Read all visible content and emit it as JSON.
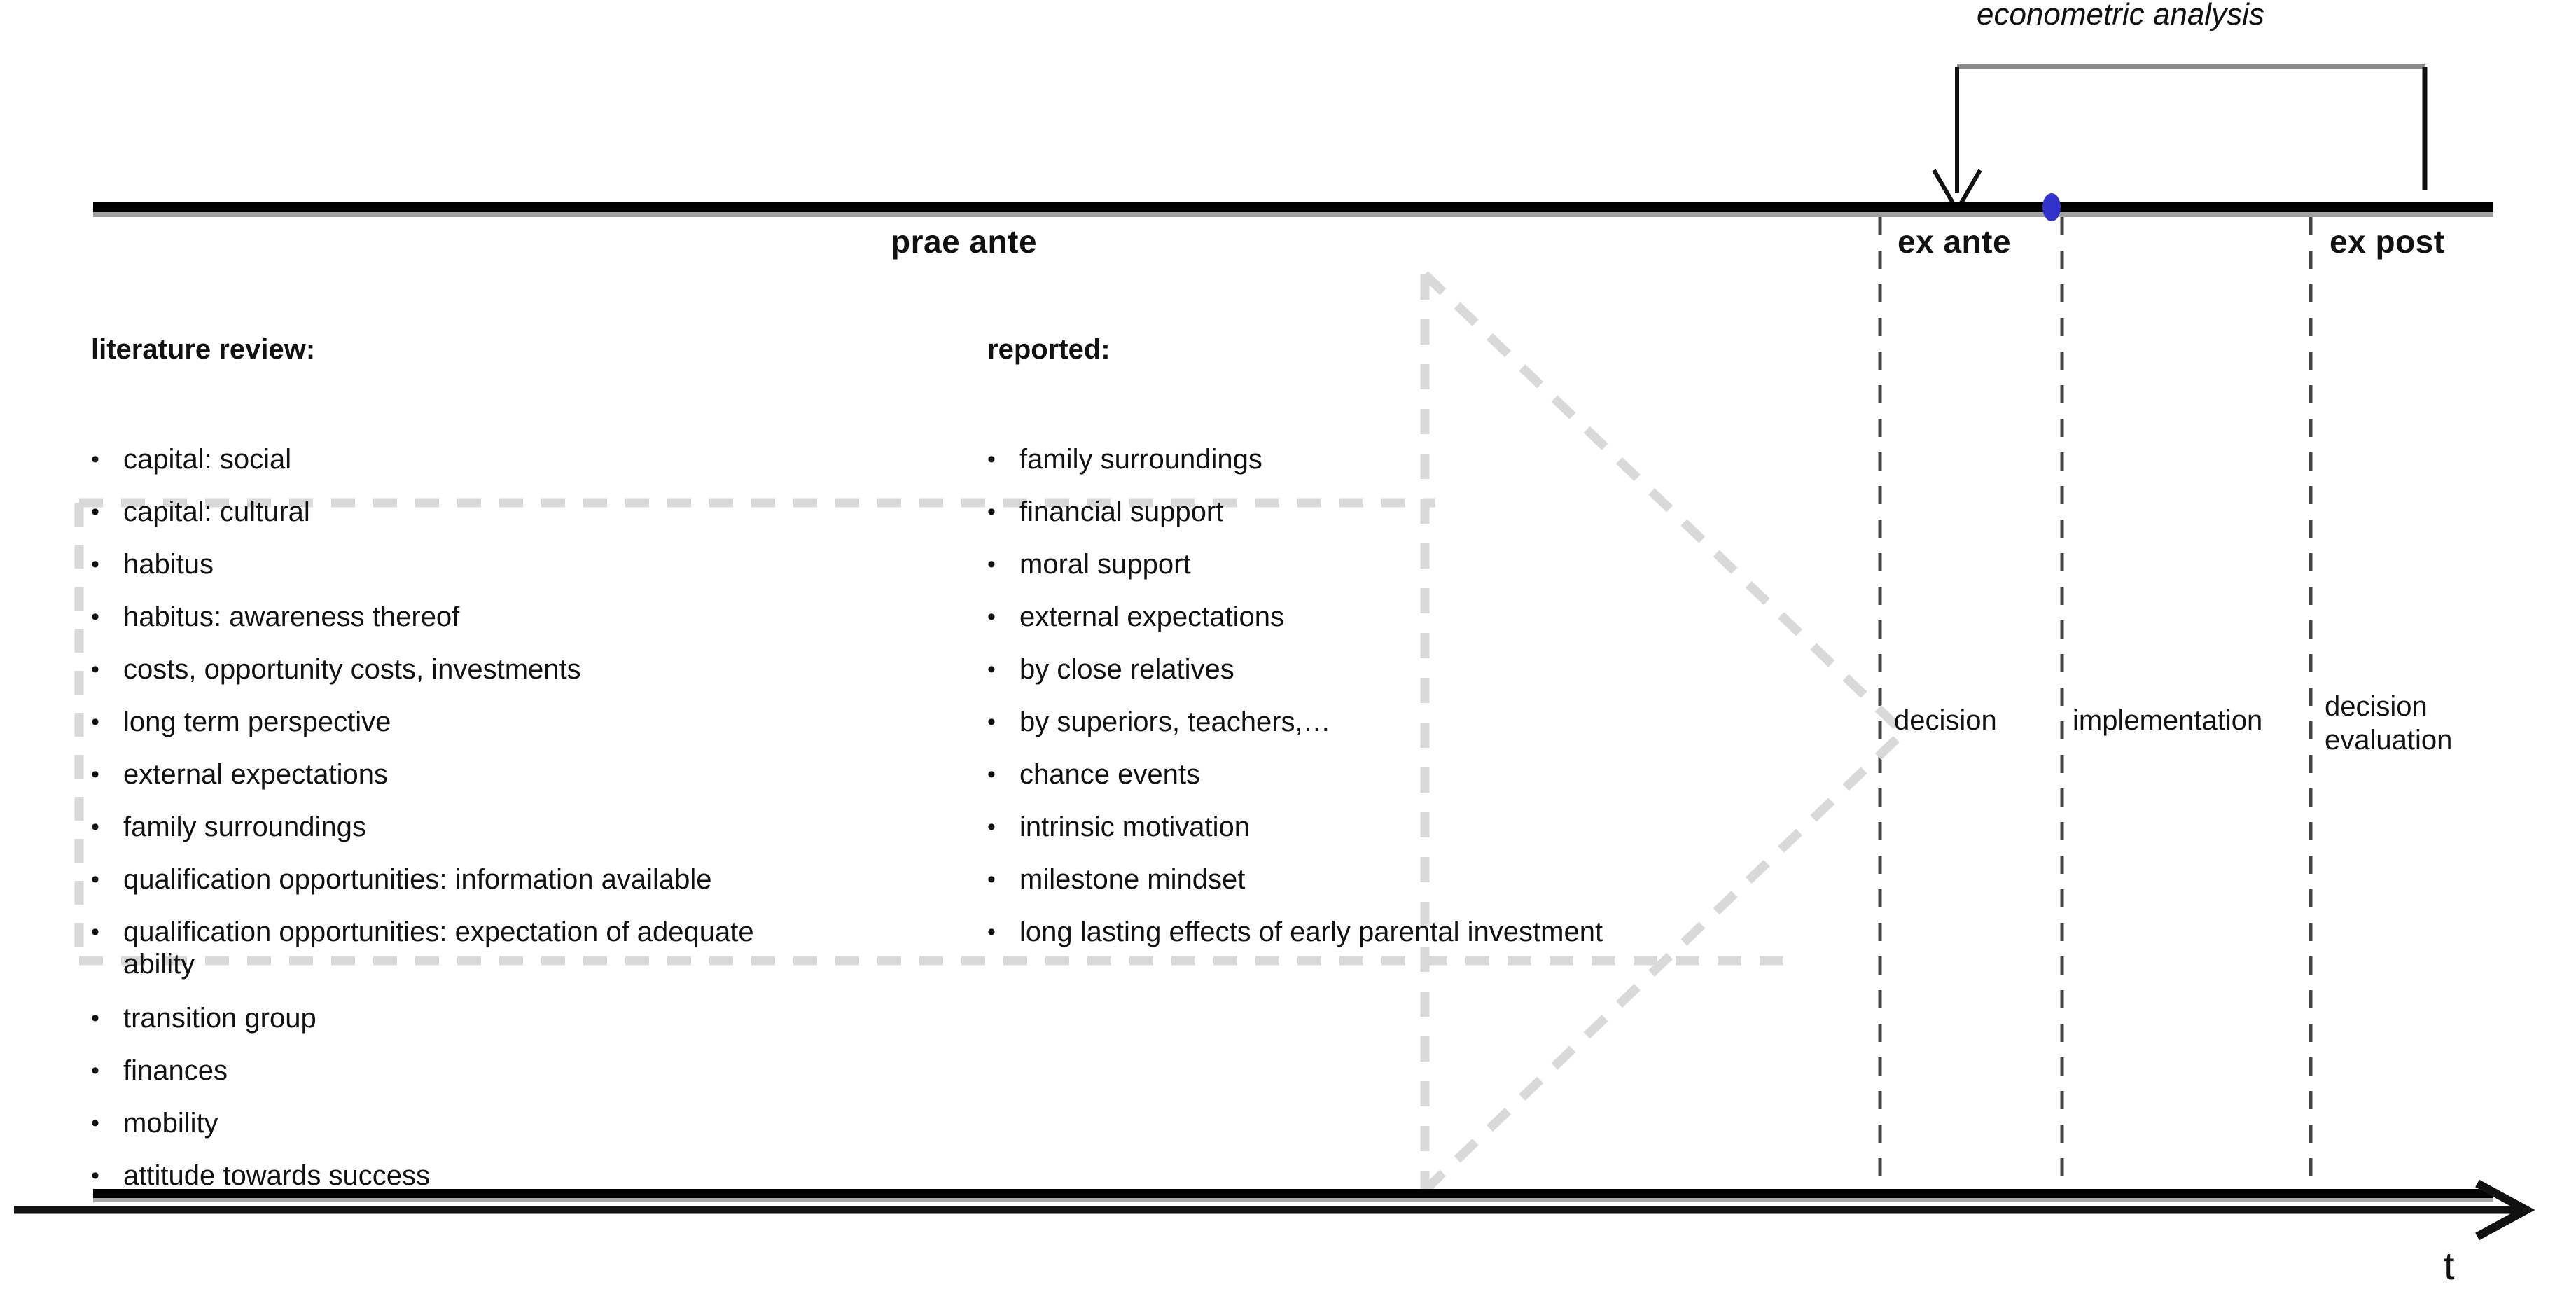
{
  "diagram": {
    "title_caption": "econometric analysis",
    "axis_variable_label": "t",
    "timeline_periods": [
      {
        "key": "prae_ante",
        "label": "prae ante"
      },
      {
        "key": "ex_ante",
        "label": "ex ante"
      },
      {
        "key": "ex_post",
        "label": "ex post"
      }
    ],
    "stage_labels": [
      {
        "key": "decision",
        "text": "decision"
      },
      {
        "key": "implementation",
        "text": "implementation"
      },
      {
        "key": "decision_evaluation",
        "text": "decision\nevaluation"
      }
    ],
    "columns": [
      {
        "key": "literature_review",
        "heading": "literature review:",
        "items": [
          "capital: social",
          "capital: cultural",
          "habitus",
          "habitus: awareness thereof",
          "costs, opportunity costs, investments",
          "long term perspective",
          "external expectations",
          "family surroundings",
          "qualification opportunities: information available",
          "qualification opportunities: expectation of adequate\nability",
          "transition group",
          "finances",
          "mobility",
          "attitude towards success"
        ]
      },
      {
        "key": "reported",
        "heading": "reported:",
        "items": [
          "family surroundings",
          "financial support",
          "moral support",
          "external expectations",
          "by close relatives",
          "by superiors, teachers,…",
          "chance events",
          "intrinsic motivation",
          "milestone mindset",
          "long lasting effects of early parental investment"
        ]
      }
    ],
    "colors": {
      "ink": "#111111",
      "marker_dot": "#3333cc",
      "dashed_guide": "#d9d9d9",
      "divider_dash": "#555555",
      "rule": "#000000"
    },
    "bullet_glyph": "•"
  }
}
